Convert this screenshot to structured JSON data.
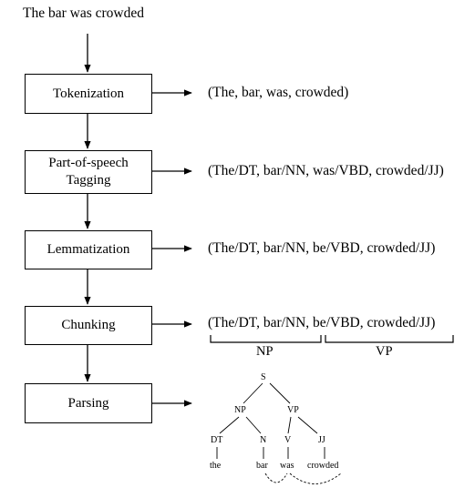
{
  "input_sentence": "The bar was crowded",
  "steps": [
    {
      "label": "Tokenization",
      "output": "(The, bar, was, crowded)"
    },
    {
      "label": "Part-of-speech Tagging",
      "output": "(The/DT, bar/NN, was/VBD, crowded/JJ)"
    },
    {
      "label": "Lemmatization",
      "output": "(The/DT, bar/NN, be/VBD, crowded/JJ)"
    },
    {
      "label": "Chunking",
      "output": "(The/DT, bar/NN, be/VBD, crowded/JJ)"
    },
    {
      "label": "Parsing",
      "output": ""
    }
  ],
  "chunks": [
    {
      "label": "NP"
    },
    {
      "label": "VP"
    }
  ],
  "parse_tree": {
    "root": "S",
    "phrases": [
      "NP",
      "VP"
    ],
    "tags": [
      "DT",
      "N",
      "V",
      "JJ"
    ],
    "words": [
      "the",
      "bar",
      "was",
      "crowded"
    ]
  }
}
